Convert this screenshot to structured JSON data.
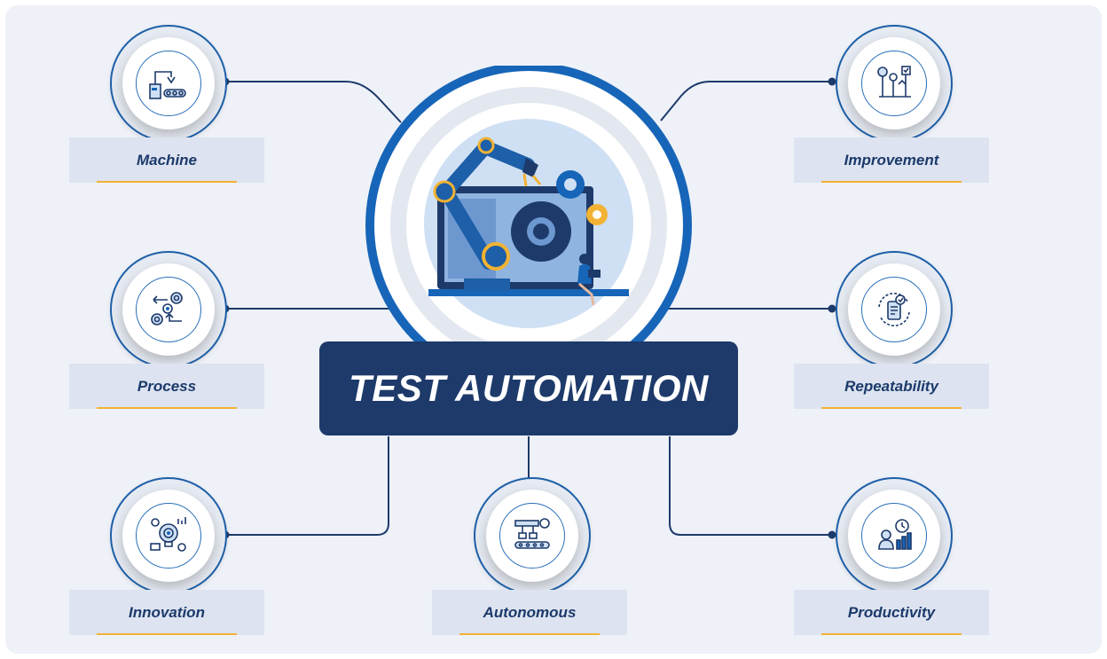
{
  "title": "TEST AUTOMATION",
  "colors": {
    "navy": "#1d3a6a",
    "blue": "#1d5fa8",
    "accent": "#f2b233",
    "background": "#eef1f8"
  },
  "nodes": [
    {
      "id": "machine",
      "label": "Machine",
      "icon": "robotic-arm-conveyor-icon"
    },
    {
      "id": "process",
      "label": "Process",
      "icon": "gears-process-cycle-icon"
    },
    {
      "id": "innovation",
      "label": "Innovation",
      "icon": "lightbulb-innovation-icon"
    },
    {
      "id": "autonomous",
      "label": "Autonomous",
      "icon": "assembly-line-icon"
    },
    {
      "id": "improvement",
      "label": "Improvement",
      "icon": "growth-steps-icon"
    },
    {
      "id": "repeatability",
      "label": "Repeatability",
      "icon": "repeat-cycle-icon"
    },
    {
      "id": "productivity",
      "label": "Productivity",
      "icon": "worker-clock-chart-icon"
    }
  ],
  "center_icon": "robotic-arm-monitor-gears-illustration"
}
